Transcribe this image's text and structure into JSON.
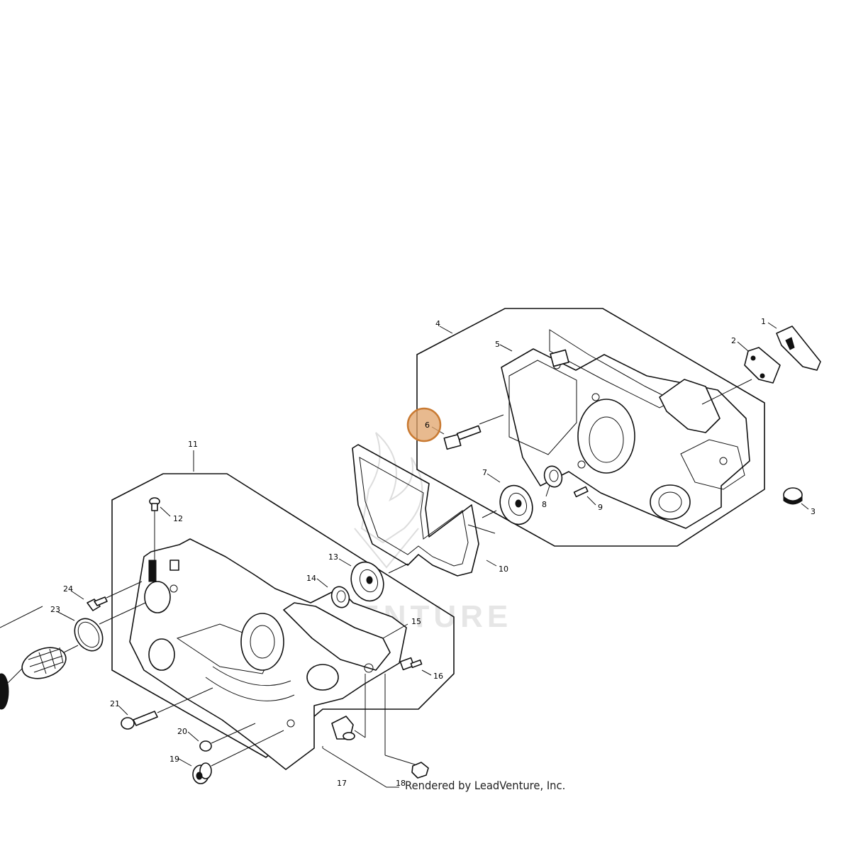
{
  "diagram": {
    "callouts": [
      "1",
      "2",
      "3",
      "4",
      "5",
      "6",
      "7",
      "8",
      "9",
      "10",
      "11",
      "12",
      "13",
      "14",
      "15",
      "16",
      "17",
      "18",
      "19",
      "20",
      "21",
      "23",
      "24"
    ],
    "highlighted_callout": "6",
    "highlight_color": "#e0a36a",
    "highlight_stroke": "#c97a32"
  },
  "watermark": {
    "text": "VENTURE"
  },
  "footer": {
    "credit": "Rendered by LeadVenture, Inc."
  }
}
